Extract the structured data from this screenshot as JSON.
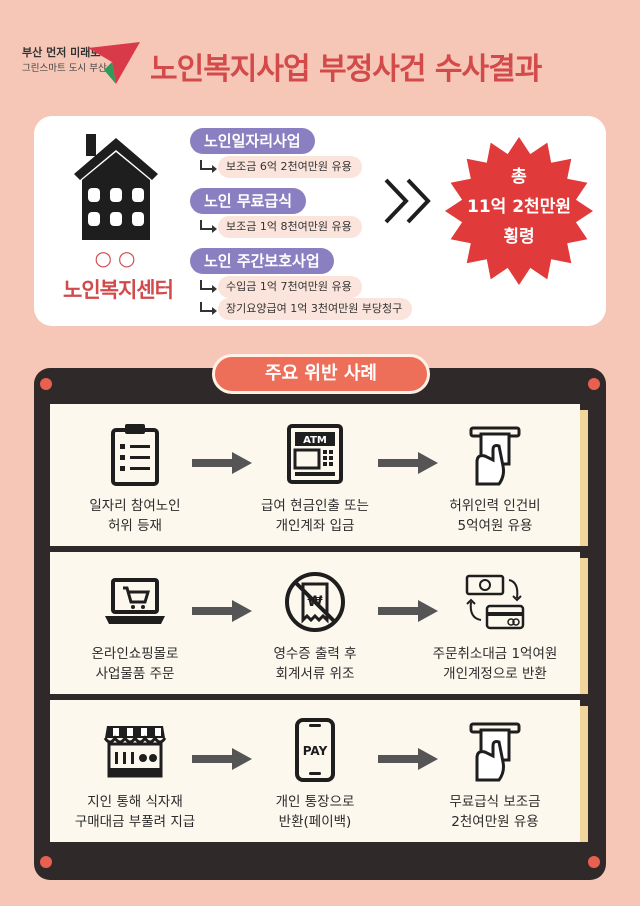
{
  "header": {
    "logo_line1": "부산 먼저 미래로",
    "logo_line2": "그린스마트 도시 부산",
    "title": "노인복지사업 부정사건 수사결과"
  },
  "center": {
    "mark": "○○",
    "name": "노인복지센터"
  },
  "programs": [
    {
      "label": "노인일자리사업",
      "subs": [
        "보조금 6억 2천여만원 유용"
      ]
    },
    {
      "label": "노인 무료급식",
      "subs": [
        "보조금 1억 8천여만원 유용"
      ]
    },
    {
      "label": "노인 주간보호사업",
      "subs": [
        "수입금 1억 7천여만원 유용",
        "장기요양급여 1억 3천여만원 부당청구"
      ]
    }
  ],
  "total": {
    "line1": "총",
    "line2": "11억 2천만원",
    "line3": "횡령"
  },
  "cases": {
    "tab_label": "주요 위반 사례",
    "rows": [
      {
        "steps": [
          {
            "icon": "clipboard-icon",
            "line1": "일자리 참여노인",
            "line2": "허위 등재"
          },
          {
            "icon": "atm-icon",
            "line1": "급여 현금인출 또는",
            "line2": "개인계좌 입금"
          },
          {
            "icon": "cash-withdraw-icon",
            "line1": "허위인력 인건비",
            "line2": "5억여원 유용"
          }
        ]
      },
      {
        "steps": [
          {
            "icon": "laptop-cart-icon",
            "line1": "온라인쇼핑몰로",
            "line2": "사업물품 주문"
          },
          {
            "icon": "no-receipt-icon",
            "line1": "영수증 출력 후",
            "line2": "회계서류 위조"
          },
          {
            "icon": "refund-card-icon",
            "line1": "주문취소대금 1억여원",
            "line2": "개인계정으로 반환"
          }
        ]
      },
      {
        "steps": [
          {
            "icon": "market-stall-icon",
            "line1": "지인 통해 식자재",
            "line2": "구매대금 부풀려 지급"
          },
          {
            "icon": "phone-pay-icon",
            "line1": "개인 통장으로",
            "line2": "반환(페이백)"
          },
          {
            "icon": "cash-withdraw-icon",
            "line1": "무료급식 보조금",
            "line2": "2천여만원 유용"
          }
        ]
      }
    ],
    "pay_text": "PAY",
    "atm_text": "ATM"
  },
  "colors": {
    "background": "#f6c7b7",
    "title_red": "#d24a4a",
    "program_purple": "#8a7fc0",
    "burst_red": "#e03a3a",
    "panel_dark": "#30292a",
    "tab_orange": "#ed6f5a"
  }
}
